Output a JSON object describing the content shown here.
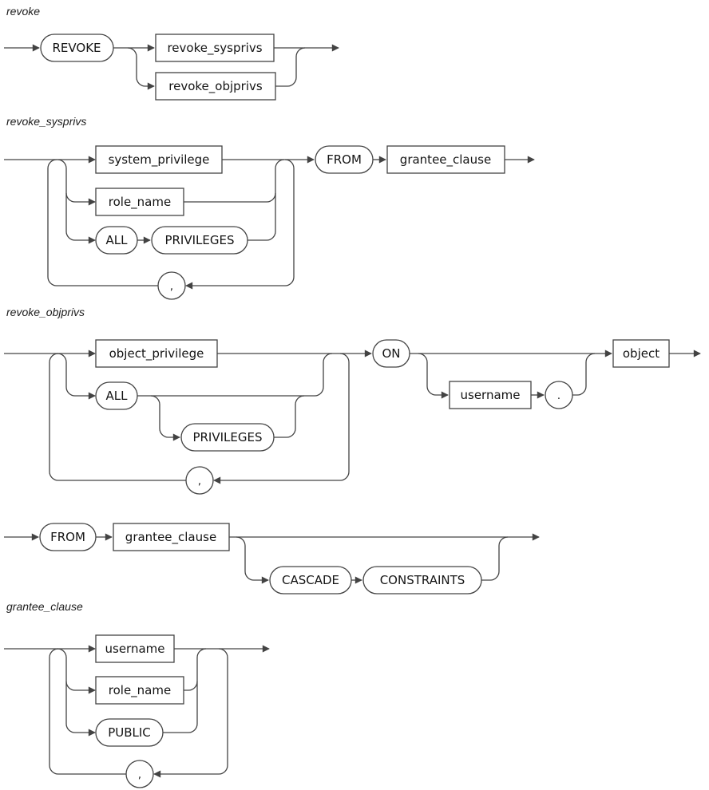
{
  "colors": {
    "line": "#434343",
    "text": "#141414",
    "background": "#ffffff"
  },
  "diagrams": [
    {
      "id": "revoke",
      "title": "revoke",
      "nodes": {
        "revoke": "REVOKE",
        "sysprivs": "revoke_sysprivs",
        "objprivs": "revoke_objprivs"
      }
    },
    {
      "id": "revoke_sysprivs",
      "title": "revoke_sysprivs",
      "nodes": {
        "system_privilege": "system_privilege",
        "role_name": "role_name",
        "all": "ALL",
        "privileges": "PRIVILEGES",
        "comma": ",",
        "from": "FROM",
        "grantee_clause": "grantee_clause"
      }
    },
    {
      "id": "revoke_objprivs",
      "title": "revoke_objprivs",
      "nodes": {
        "object_privilege": "object_privilege",
        "all": "ALL",
        "privileges": "PRIVILEGES",
        "comma": ",",
        "on": "ON",
        "username": "username",
        "dot": ".",
        "object": "object"
      }
    },
    {
      "id": "from_cascade",
      "nodes": {
        "from": "FROM",
        "grantee_clause": "grantee_clause",
        "cascade": "CASCADE",
        "constraints": "CONSTRAINTS"
      }
    },
    {
      "id": "grantee_clause",
      "title": "grantee_clause",
      "nodes": {
        "username": "username",
        "role_name": "role_name",
        "public": "PUBLIC",
        "comma": ","
      }
    }
  ]
}
